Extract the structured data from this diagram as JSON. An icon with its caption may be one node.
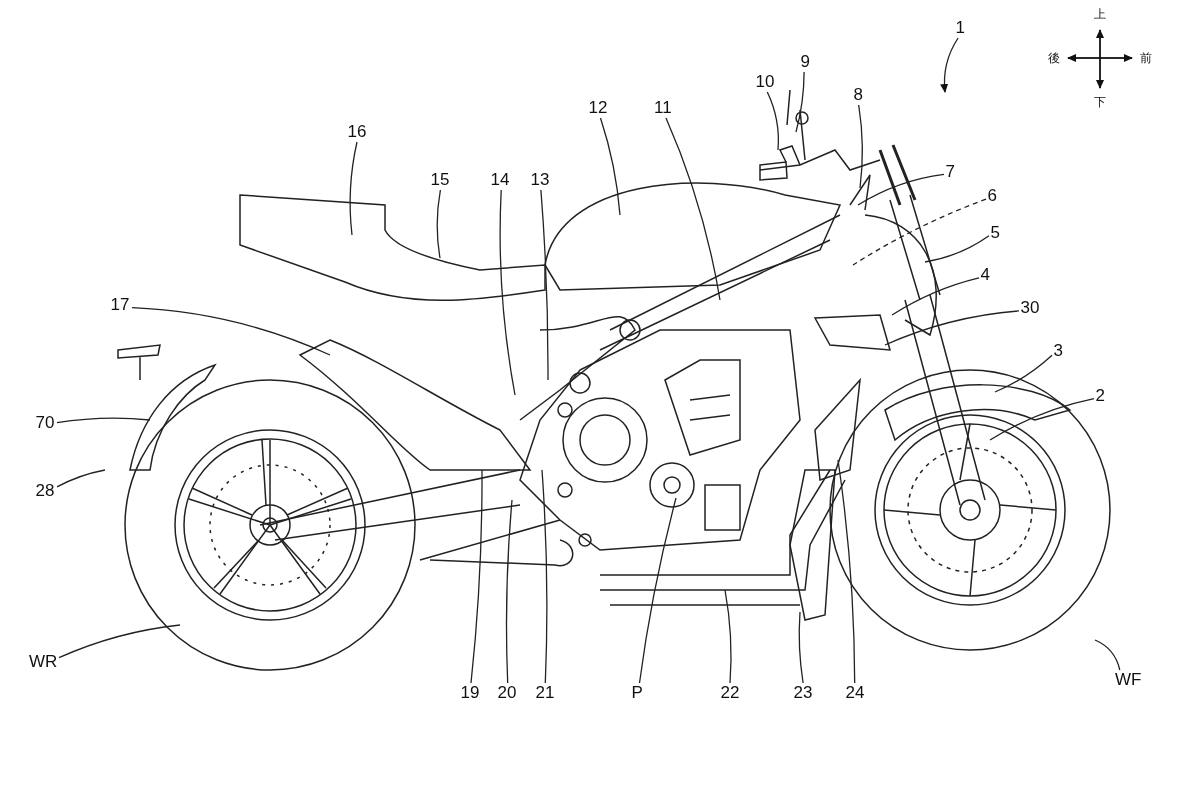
{
  "diagram": {
    "nodes": [
      {
        "text": [
          "1"
        ]
      },
      {
        "text": [
          "9"
        ]
      },
      {
        "text": [
          "10"
        ]
      },
      {
        "text": [
          "8"
        ]
      },
      {
        "text": [
          "11"
        ]
      },
      {
        "text": [
          "12"
        ]
      },
      {
        "text": [
          "16"
        ]
      },
      {
        "text": [
          "7"
        ]
      },
      {
        "text": [
          "15"
        ]
      },
      {
        "text": [
          "14"
        ]
      },
      {
        "text": [
          "13"
        ]
      },
      {
        "text": [
          "6"
        ]
      },
      {
        "text": [
          "5"
        ]
      },
      {
        "text": [
          "4"
        ]
      },
      {
        "text": [
          "17"
        ]
      },
      {
        "text": [
          "30"
        ]
      },
      {
        "text": [
          "3"
        ]
      },
      {
        "text": [
          "2"
        ]
      },
      {
        "text": [
          "70"
        ]
      },
      {
        "text": [
          "28"
        ]
      },
      {
        "text": [
          "WR"
        ]
      },
      {
        "text": [
          "19"
        ]
      },
      {
        "text": [
          "20"
        ]
      },
      {
        "text": [
          "21"
        ]
      },
      {
        "text": [
          "P"
        ]
      },
      {
        "text": [
          "22"
        ]
      },
      {
        "text": [
          "23"
        ]
      },
      {
        "text": [
          "24"
        ]
      },
      {
        "text": [
          "WF"
        ]
      }
    ],
    "edges": [
      {
        "from": 0,
        "to": null,
        "arrow": "to"
      },
      {
        "from": 1,
        "to": null,
        "arrow": "none"
      },
      {
        "from": 2,
        "to": null,
        "arrow": "none"
      },
      {
        "from": 3,
        "to": null,
        "arrow": "none"
      },
      {
        "from": 4,
        "to": null,
        "arrow": "none"
      },
      {
        "from": 5,
        "to": null,
        "arrow": "none"
      },
      {
        "from": 6,
        "to": null,
        "arrow": "none"
      },
      {
        "from": 7,
        "to": null,
        "arrow": "none"
      },
      {
        "from": 8,
        "to": null,
        "arrow": "none"
      },
      {
        "from": 9,
        "to": null,
        "arrow": "none"
      },
      {
        "from": 10,
        "to": null,
        "arrow": "none"
      },
      {
        "from": 11,
        "to": null,
        "arrow": "none",
        "style": "dashed"
      },
      {
        "from": 12,
        "to": null,
        "arrow": "none"
      },
      {
        "from": 13,
        "to": null,
        "arrow": "none"
      },
      {
        "from": 14,
        "to": null,
        "arrow": "none"
      },
      {
        "from": 15,
        "to": null,
        "arrow": "none"
      },
      {
        "from": 16,
        "to": null,
        "arrow": "none"
      },
      {
        "from": 17,
        "to": null,
        "arrow": "none"
      },
      {
        "from": 18,
        "to": null,
        "arrow": "none"
      },
      {
        "from": 19,
        "to": null,
        "arrow": "none"
      },
      {
        "from": 20,
        "to": null,
        "arrow": "none"
      },
      {
        "from": 21,
        "to": null,
        "arrow": "none"
      },
      {
        "from": 22,
        "to": null,
        "arrow": "none"
      },
      {
        "from": 23,
        "to": null,
        "arrow": "none"
      },
      {
        "from": 24,
        "to": null,
        "arrow": "none"
      },
      {
        "from": 25,
        "to": null,
        "arrow": "none"
      },
      {
        "from": 26,
        "to": null,
        "arrow": "none"
      },
      {
        "from": 27,
        "to": null,
        "arrow": "none"
      },
      {
        "from": 28,
        "to": null,
        "arrow": "none"
      }
    ],
    "labels": [
      "上",
      "後",
      "前",
      "下"
    ]
  }
}
